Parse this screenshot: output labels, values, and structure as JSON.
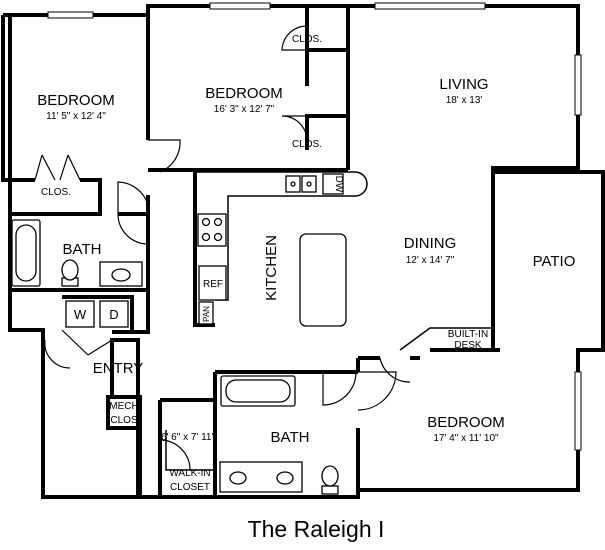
{
  "rooms": {
    "bedroom1": {
      "name": "BEDROOM",
      "size": "11' 5\" x 12' 4\""
    },
    "bedroom2": {
      "name": "BEDROOM",
      "size": "16' 3\" x 12' 7\""
    },
    "living": {
      "name": "LIVING",
      "size": "18' x 13'"
    },
    "dining": {
      "name": "DINING",
      "size": "12' x 14' 7\""
    },
    "patio": {
      "name": "PATIO"
    },
    "kitchen": {
      "name": "KITCHEN"
    },
    "bath1": {
      "name": "BATH"
    },
    "entry": {
      "name": "ENTRY"
    },
    "bath2": {
      "name": "BATH"
    },
    "bedroom3": {
      "name": "BEDROOM",
      "size": "17' 4\" x 11' 10\""
    },
    "walkin": {
      "name": "WALK-IN",
      "name2": "CLOSET",
      "size": "6' 6\" x 7' 11\""
    }
  },
  "labels": {
    "clos": "CLOS.",
    "dw": "DW",
    "ref": "REF",
    "pan": "PAN",
    "washer": "W",
    "dryer": "D",
    "mech1": "MECH",
    "mech2": "CLOS",
    "desk1": "BUILT-IN",
    "desk2": "DESK"
  },
  "plan_title": "The Raleigh I"
}
